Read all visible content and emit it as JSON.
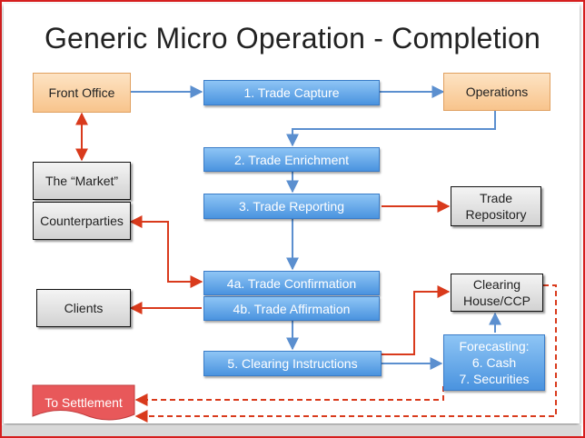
{
  "title": "Generic Micro Operation - Completion",
  "nodes": {
    "front_office": "Front Office",
    "trade_capture": "1. Trade Capture",
    "operations": "Operations",
    "the_market": "The “Market”",
    "counterparties": "Counterparties",
    "trade_enrichment": "2. Trade Enrichment",
    "trade_reporting": "3. Trade Reporting",
    "trade_repository_1": "Trade",
    "trade_repository_2": "Repository",
    "trade_confirmation": "4a. Trade Confirmation",
    "trade_affirmation": "4b. Trade Affirmation",
    "clients": "Clients",
    "clearing_house_1": "Clearing",
    "clearing_house_2": "House/CCP",
    "clearing_instructions": "5. Clearing Instructions",
    "forecasting_1": "Forecasting:",
    "forecasting_2": "6. Cash",
    "forecasting_3": "7. Securities",
    "to_settlement": "To Settlement"
  },
  "colors": {
    "blue_flow": "#5b8fcf",
    "red_flow": "#d93a1c",
    "frame_border": "#d61f1f"
  }
}
